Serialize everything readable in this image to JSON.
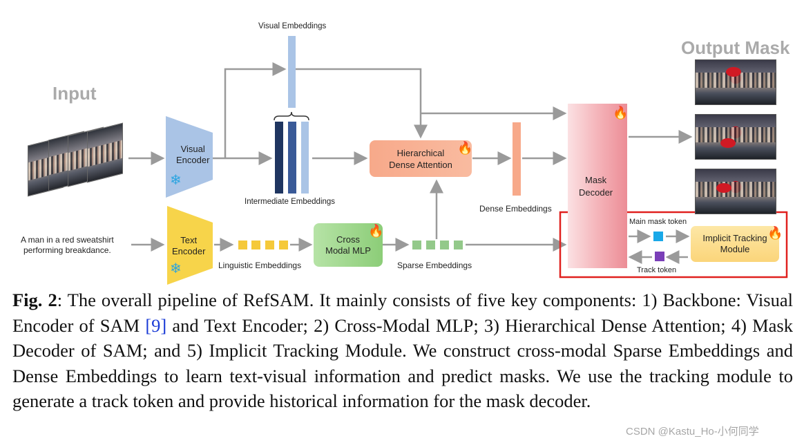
{
  "diagram": {
    "input_title": "Input",
    "output_title": "Output Mask",
    "visual_embeddings_label": "Visual Embeddings",
    "intermediate_embeddings_label": "Intermediate Embeddings",
    "dense_embeddings_label": "Dense Embeddings",
    "linguistic_embeddings_label": "Linguistic Embeddings",
    "sparse_embeddings_label": "Sparse Embeddings",
    "main_mask_token_label": "Main mask token",
    "track_token_label": "Track token",
    "visual_encoder_label": "Visual\nEncoder",
    "text_encoder_label": "Text\nEncoder",
    "hda_label": "Hierarchical\nDense Attention",
    "cross_modal_mlp_label": "Cross\nModal MLP",
    "mask_decoder_label": "Mask\nDecoder",
    "implicit_tracking_label": "Implicit Tracking\nModule",
    "text_input": "A man in a red sweatshirt\nperforming breakdance.",
    "colors": {
      "visual_encoder": "#aac4e6",
      "text_encoder": "#f7d44a",
      "hda": "#f7a98a",
      "cross_modal_mlp": "#9fd58a",
      "mask_decoder": "#f0a0a8",
      "implicit_tracking": "#fbd57a",
      "linguistic_square": "#f5c93a",
      "sparse_square": "#93c98a",
      "main_mask_token": "#19a8e8",
      "track_token": "#7a3fb8",
      "highlight_box": "#e0201e",
      "arrow": "#9a9a9a"
    },
    "icons": [
      "snowflake-icon",
      "flame-icon"
    ]
  },
  "caption": {
    "fig_label": "Fig. 2",
    "text_a": ": The overall pipeline of RefSAM. It mainly consists of five key components: 1) Backbone: Visual Encoder of SAM ",
    "ref": "[9]",
    "text_b": " and Text Encoder; 2) Cross-Modal MLP; 3) Hierarchical Dense Attention; 4) Mask Decoder of SAM; and 5) Implicit Tracking Module. We construct cross-modal Sparse Embeddings and Dense Embeddings to learn text-visual information and predict masks. We use the tracking module to generate a track token and provide historical information for the mask decoder."
  },
  "watermark": "CSDN @Kastu_Ho-小何同学"
}
